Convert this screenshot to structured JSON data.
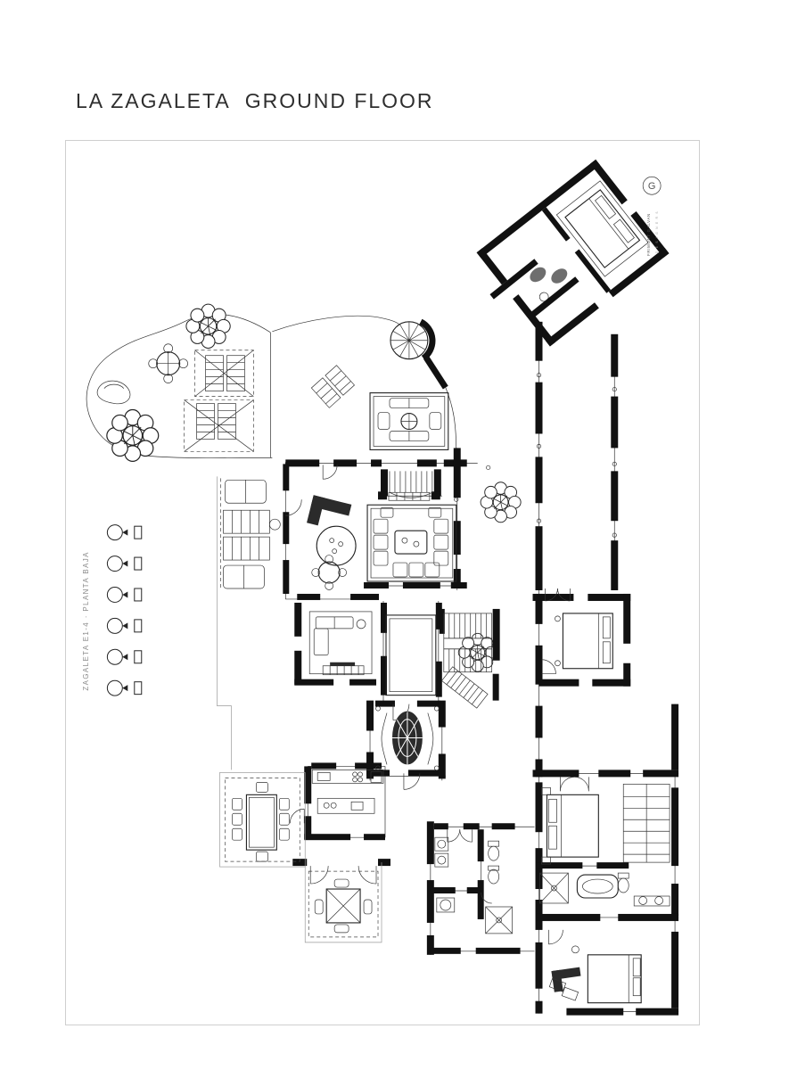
{
  "page": {
    "title_primary": "LA ZAGALETA",
    "title_secondary": "GROUND FLOOR"
  },
  "plan": {
    "side_label": "ZAGALETA E1-4 · PLANTA BAJA",
    "logo": {
      "monogram": "G",
      "name": "FRIMONT GALVAN",
      "tagline": "D E S I G N E R S"
    },
    "colors": {
      "ink": "#1a1a1a",
      "wall": "#111111",
      "frame_border": "#cfcfcf",
      "muted": "#8a8a8a",
      "paper": "#ffffff"
    }
  }
}
